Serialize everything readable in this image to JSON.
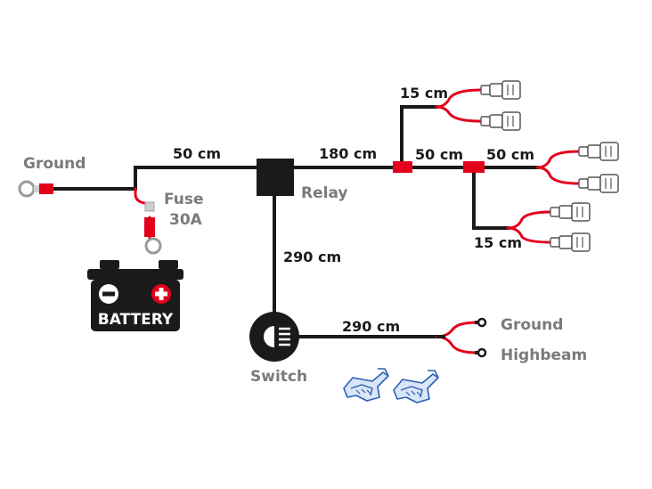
{
  "labels": {
    "ground_left": "Ground",
    "fuse": "Fuse",
    "fuse_rating": "30A",
    "relay": "Relay",
    "switch": "Switch",
    "battery": "BATTERY",
    "ground_right": "Ground",
    "highbeam": "Highbeam"
  },
  "lengths": {
    "battery_to_relay": "50 cm",
    "relay_to_split": "180 cm",
    "top_branch": "15 cm",
    "middle_segment": "50 cm",
    "right_segment": "50 cm",
    "lower_branch": "15 cm",
    "relay_to_switch": "290 cm",
    "switch_to_outputs": "290 cm"
  },
  "colors": {
    "wire": "#1a1a1a",
    "red": "#e3001b",
    "grey_text": "#7a7a7a",
    "connector_blue": "#2b5fb4"
  },
  "icons": {
    "battery": "battery-icon",
    "switch": "highbeam-switch-icon",
    "connector": "spade-connector-icon",
    "tap": "wire-tap-connector-icon"
  }
}
